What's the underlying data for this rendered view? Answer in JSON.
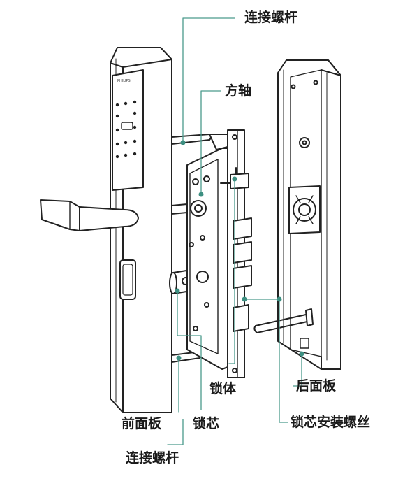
{
  "labels": {
    "top_rod": "连接螺杆",
    "spindle": "方轴",
    "lock_body": "锁体",
    "back_panel": "后面板",
    "front_panel": "前面板",
    "lock_cylinder": "锁芯",
    "cylinder_screw": "锁芯安装螺丝",
    "bottom_rod": "连接螺杆"
  },
  "colors": {
    "line_art": "#222222",
    "leader": "#4a9a8c",
    "leader_dot": "#3d8f81",
    "text": "#1a1a1a"
  }
}
